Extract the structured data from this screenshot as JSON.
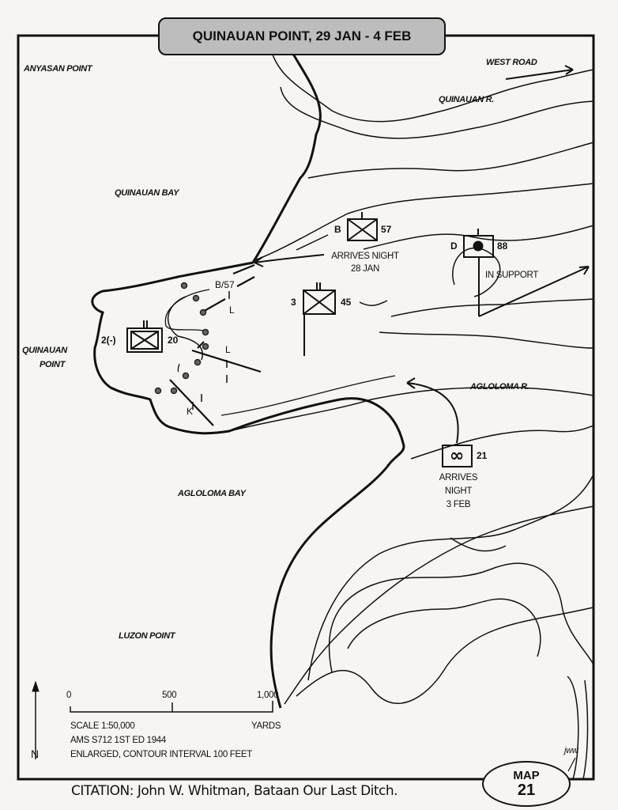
{
  "title": "QUINAUAN POINT, 29 JAN - 4 FEB",
  "places": {
    "anyasan_point": "ANYASAN POINT",
    "west_road": "WEST ROAD",
    "quinauan_river": "QUINAUAN R.",
    "quinauan_bay": "QUINAUAN BAY",
    "quinauan_point_1": "QUINAUAN",
    "quinauan_point_2": "POINT",
    "agloloma_river": "AGLOLOMA R.",
    "agloloma_bay": "AGLOLOMA BAY",
    "luzon_point": "LUZON POINT"
  },
  "units": {
    "b57": {
      "left": "B",
      "right": "57",
      "note1": "ARRIVES NIGHT",
      "note2": "28 JAN"
    },
    "d88": {
      "left": "D",
      "right": "88",
      "note": "IN SUPPORT"
    },
    "b345": {
      "left": "3",
      "right": "45"
    },
    "b220": {
      "left": "2(-)",
      "right": "20"
    },
    "u21": {
      "right": "21",
      "note1": "ARRIVES",
      "note2": "NIGHT",
      "note3": "3 FEB"
    },
    "line_labels": [
      "B/57",
      "L",
      "L",
      "K"
    ]
  },
  "scale": {
    "ticks": [
      "0",
      "500",
      "1,000"
    ],
    "unit": "YARDS",
    "line1": "SCALE 1:50,000",
    "line2": "AMS S712 1ST ED 1944",
    "line3": "ENLARGED, CONTOUR INTERVAL 100 FEET"
  },
  "north": "N",
  "artist": "jww",
  "map_badge": {
    "label": "MAP",
    "number": "21"
  },
  "citation": "CITATION: John W. Whitman, Bataan Our Last Ditch."
}
